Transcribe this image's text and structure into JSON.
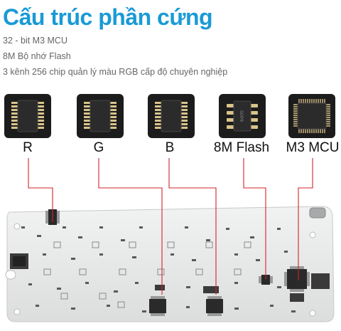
{
  "header": {
    "title": "Cấu trúc phần cứng",
    "specs": [
      "32 - bit M3 MCU",
      "8M Bộ nhớ Flash",
      "3 kênh 256 chip quản lý màu RGB cấp độ chuyên nghiệp"
    ]
  },
  "components": [
    {
      "label": "R",
      "chip": "rgb-driver-chip"
    },
    {
      "label": "G",
      "chip": "rgb-driver-chip"
    },
    {
      "label": "B",
      "chip": "rgb-driver-chip"
    },
    {
      "label": "8M Flash",
      "chip": "flash-chip",
      "chip_marking": "SOP8"
    },
    {
      "label": "M3 MCU",
      "chip": "mcu-chip"
    }
  ],
  "colors": {
    "title": "#1a9ad6",
    "leader_line": "#d2232a",
    "chip_bg": "#1c1c1c",
    "pin_gold": "#d8c38a",
    "board": "#e9eaea"
  }
}
